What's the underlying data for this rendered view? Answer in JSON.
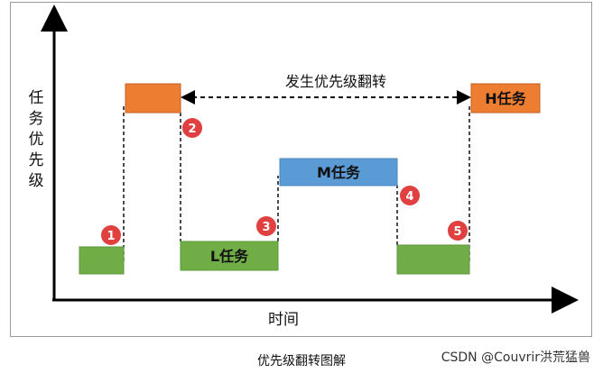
{
  "diagram": {
    "y_axis_label": "任务优先级",
    "x_axis_label": "时间",
    "inversion_label": "发生优先级翻转",
    "boxes": {
      "l_task": "L任务",
      "m_task": "M任务",
      "h_task": "H任务"
    },
    "markers": [
      "1",
      "2",
      "3",
      "4",
      "5"
    ],
    "colors": {
      "low": "#70ad47",
      "medium": "#5b9bd5",
      "high": "#ed7d31",
      "marker": "#e04040"
    }
  },
  "caption": "优先级翻转图解",
  "watermark": "CSDN @Couvrir洪荒猛兽"
}
